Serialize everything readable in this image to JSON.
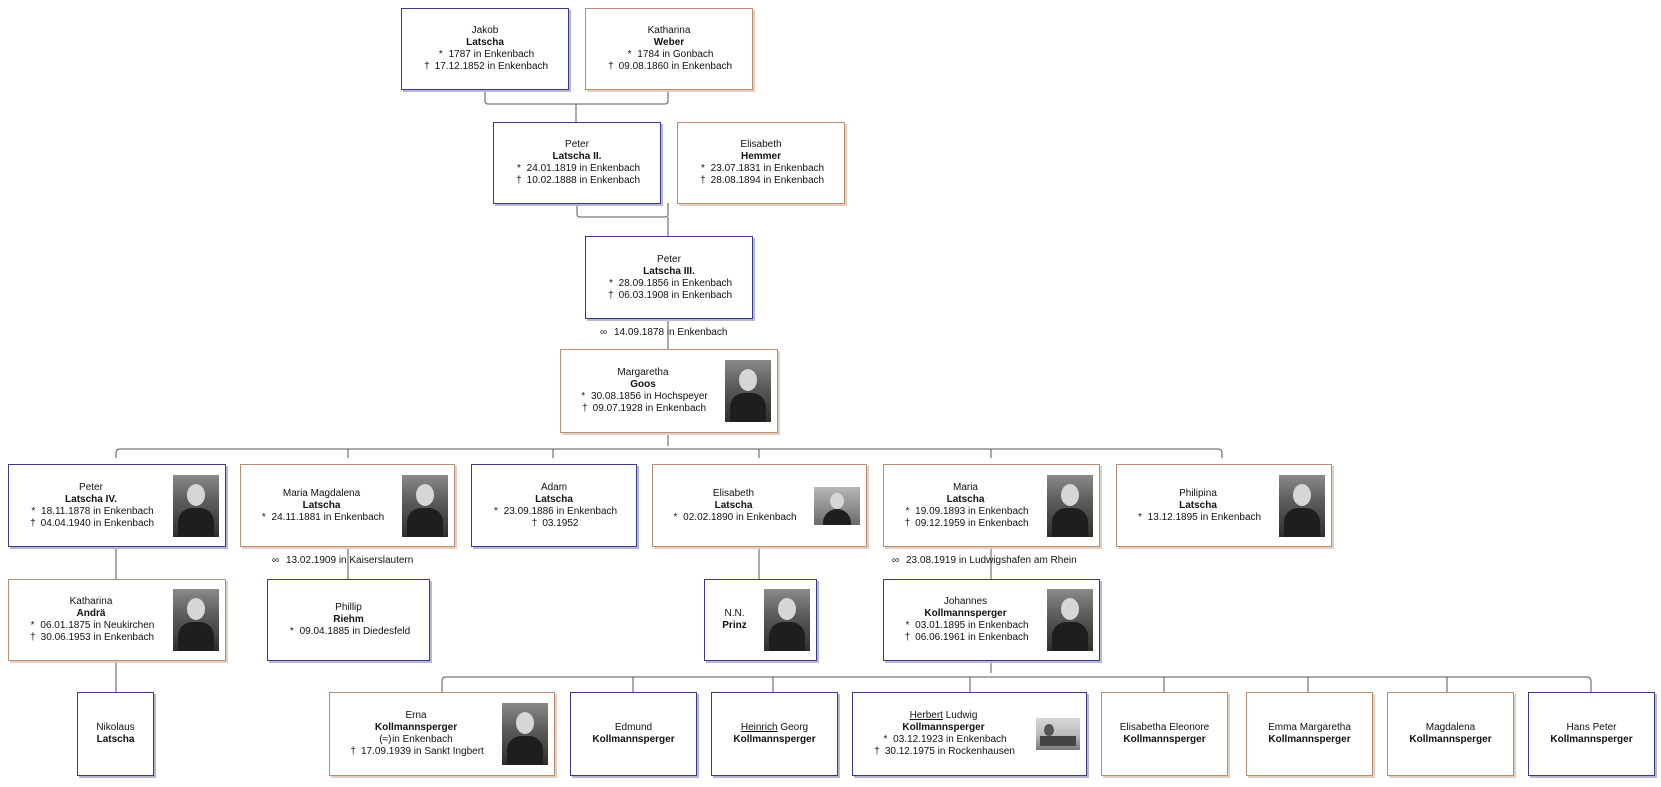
{
  "symbols": {
    "born": "*",
    "died": "†",
    "baptized": "(≈)",
    "married": "∞"
  },
  "people": [
    {
      "id": "jakob",
      "given": "Jakob",
      "surname": "Latscha",
      "born": "1787 in Enkenbach",
      "died": "17.12.1852 in Enkenbach"
    },
    {
      "id": "katharina_weber",
      "given": "Katharina",
      "surname": "Weber",
      "born": "1784 in Gonbach",
      "died": "09.08.1860 in Enkenbach"
    },
    {
      "id": "peter2",
      "given": "Peter",
      "surname": "Latscha II.",
      "born": "24.01.1819 in Enkenbach",
      "died": "10.02.1888 in Enkenbach"
    },
    {
      "id": "elisabeth_hemmer",
      "given": "Elisabeth",
      "surname": "Hemmer",
      "born": "23.07.1831 in Enkenbach",
      "died": "28.08.1894 in Enkenbach"
    },
    {
      "id": "peter3",
      "given": "Peter",
      "surname": "Latscha III.",
      "born": "28.09.1856 in Enkenbach",
      "died": "06.03.1908 in Enkenbach"
    },
    {
      "id": "margaretha",
      "given": "Margaretha",
      "surname": "Goos",
      "born": "30.08.1856 in Hochspeyer",
      "died": "09.07.1928 in Enkenbach"
    },
    {
      "id": "peter4",
      "given": "Peter",
      "surname": "Latscha IV.",
      "born": "18.11.1878 in Enkenbach",
      "died": "04.04.1940 in Enkenbach"
    },
    {
      "id": "maria_magdalena",
      "given": "Maria Magdalena",
      "surname": "Latscha",
      "born": "24.11.1881 in Enkenbach"
    },
    {
      "id": "adam",
      "given": "Adam",
      "surname": "Latscha",
      "born": "23.09.1886 in Enkenbach",
      "died": "03.1952"
    },
    {
      "id": "elisabeth_latscha",
      "given": "Elisabeth",
      "surname": "Latscha",
      "born": "02.02.1890 in Enkenbach"
    },
    {
      "id": "maria",
      "given": "Maria",
      "surname": "Latscha",
      "born": "19.09.1893 in Enkenbach",
      "died": "09.12.1959 in Enkenbach"
    },
    {
      "id": "philipina",
      "given": "Philipina",
      "surname": "Latscha",
      "born": "13.12.1895 in Enkenbach"
    },
    {
      "id": "katharina_andrae",
      "given": "Katharina",
      "surname": "Andrä",
      "born": "06.01.1875 in Neukirchen",
      "died": "30.06.1953 in Enkenbach"
    },
    {
      "id": "phillip",
      "given": "Phillip",
      "surname": "Riehm",
      "born": "09.04.1885 in Diedesfeld"
    },
    {
      "id": "nn",
      "given": "N.N.",
      "surname": "Prinz"
    },
    {
      "id": "johannes",
      "given": "Johannes",
      "surname": "Kollmannsperger",
      "born": "03.01.1895 in Enkenbach",
      "died": "06.06.1961 in Enkenbach"
    },
    {
      "id": "nikolaus",
      "given": "Nikolaus",
      "surname": "Latscha"
    },
    {
      "id": "erna",
      "given": "Erna",
      "surname": "Kollmannsperger",
      "baptized": "in Enkenbach",
      "died": "17.09.1939 in Sankt Ingbert"
    },
    {
      "id": "edmund",
      "given": "Edmund",
      "surname": "Kollmannsperger"
    },
    {
      "id": "heinrich",
      "given_underlined": "Heinrich",
      "given_rest": " Georg",
      "surname": "Kollmannsperger"
    },
    {
      "id": "herbert",
      "given_underlined": "Herbert",
      "given_rest": " Ludwig",
      "surname": "Kollmannsperger",
      "born": "03.12.1923 in Enkenbach",
      "died": "30.12.1975 in Rockenhausen"
    },
    {
      "id": "elisabetha_eleonore",
      "given": "Elisabetha Eleonore",
      "surname": "Kollmannsperger"
    },
    {
      "id": "emma_margaretha",
      "given": "Emma Margaretha",
      "surname": "Kollmannsperger"
    },
    {
      "id": "magdalena",
      "given": "Magdalena",
      "surname": "Kollmannsperger"
    },
    {
      "id": "hans_peter",
      "given": "Hans Peter",
      "surname": "Kollmannsperger"
    }
  ],
  "marriages": [
    {
      "id": "m_peter3",
      "text": "14.09.1878 in Enkenbach"
    },
    {
      "id": "m_maria_magdalena",
      "text": "13.02.1909 in Kaiserslautern"
    },
    {
      "id": "m_maria",
      "text": "23.08.1919 in Ludwigshafen am Rhein"
    }
  ]
}
